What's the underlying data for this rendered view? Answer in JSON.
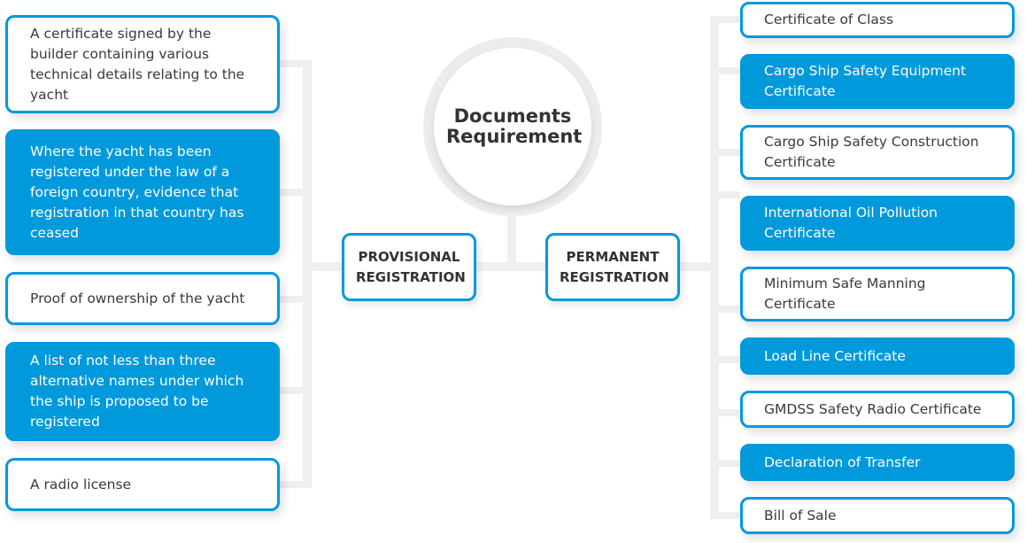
{
  "title": "Documents Requirement",
  "colors": {
    "accent": "#0099dc",
    "connector": "#efefef",
    "text_dark": "#333333",
    "text_light": "#ffffff"
  },
  "categories": {
    "provisional": {
      "label": "PROVISIONAL REGISTRATION",
      "items": [
        {
          "text": "A certificate signed by the builder containing various technical details relating to the yacht",
          "style": "white"
        },
        {
          "text": "Where the yacht has been registered under the law of a foreign country, evidence that registration in that country has ceased",
          "style": "blue"
        },
        {
          "text": "Proof of ownership of the yacht",
          "style": "white"
        },
        {
          "text": "A list of not less than three alternative names under which the ship is proposed to be registered",
          "style": "blue"
        },
        {
          "text": "A radio license",
          "style": "white"
        }
      ]
    },
    "permanent": {
      "label": "PERMANENT REGISTRATION",
      "items": [
        {
          "text": "Certificate of Class",
          "style": "white"
        },
        {
          "text": "Cargo Ship Safety Equipment Certificate",
          "style": "blue"
        },
        {
          "text": "Cargo Ship Safety Construction Certificate",
          "style": "white"
        },
        {
          "text": "International Oil Pollution Certificate",
          "style": "blue"
        },
        {
          "text": "Minimum Safe Manning Certificate",
          "style": "white"
        },
        {
          "text": "Load Line Certificate",
          "style": "blue"
        },
        {
          "text": "GMDSS Safety Radio Certificate",
          "style": "white"
        },
        {
          "text": "Declaration of Transfer",
          "style": "blue"
        },
        {
          "text": "Bill of Sale",
          "style": "white"
        }
      ]
    }
  }
}
